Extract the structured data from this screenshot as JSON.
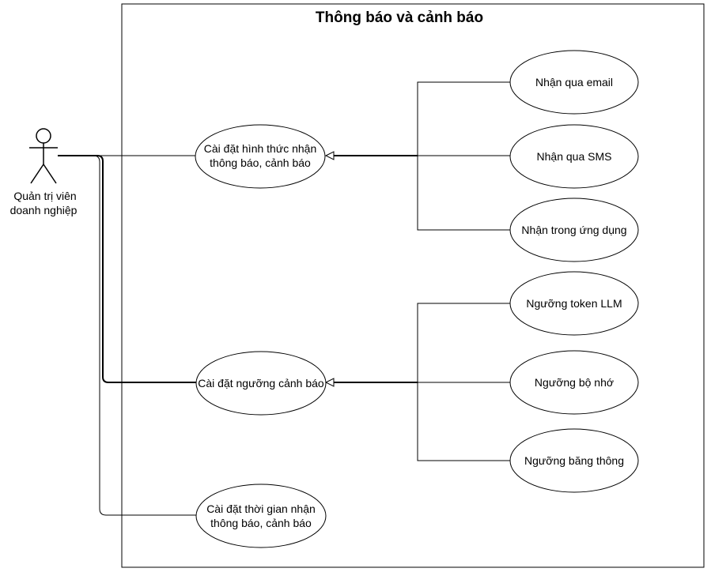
{
  "diagram": {
    "system_title": "Thông báo và cảnh báo",
    "actor": {
      "line1": "Quản trị viên",
      "line2": "doanh nghiệp"
    },
    "usecases": {
      "notify_method": {
        "line1": "Cài đặt hình thức nhận",
        "line2": "thông báo, cảnh báo"
      },
      "alert_threshold": {
        "line1": "Cài đặt ngưỡng cảnh báo"
      },
      "notify_time": {
        "line1": "Cài đặt thời gian nhận",
        "line2": "thông báo, cảnh báo"
      },
      "email": {
        "line1": "Nhận qua email"
      },
      "sms": {
        "line1": "Nhận qua SMS"
      },
      "in_app": {
        "line1": "Nhận trong ứng dụng"
      },
      "token_llm": {
        "line1": "Ngưỡng token LLM"
      },
      "memory": {
        "line1": "Ngưỡng bộ nhớ"
      },
      "bandwidth": {
        "line1": "Ngưỡng băng thông"
      }
    }
  }
}
